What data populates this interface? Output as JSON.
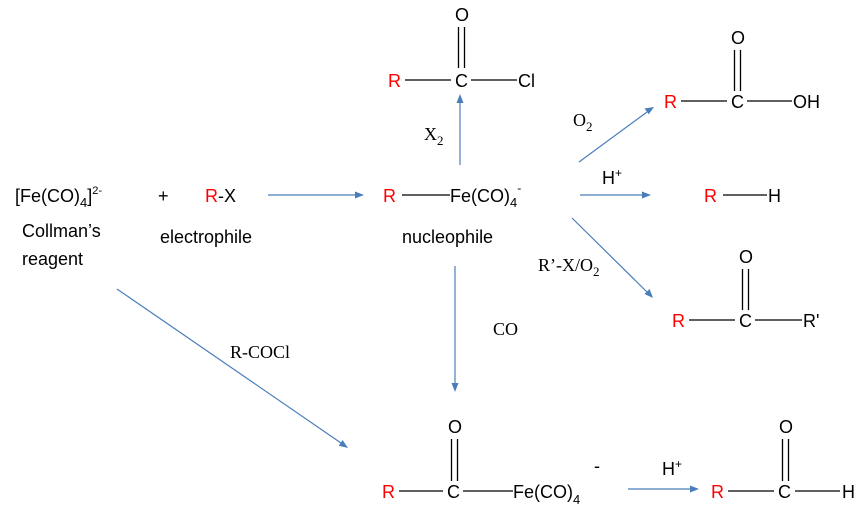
{
  "colors": {
    "r_group": "#ff0000",
    "arrow": "#4a7ebb",
    "text": "#000000"
  },
  "reagent": {
    "formula_main": "[Fe(CO)",
    "formula_sub": "4",
    "formula_close": "]",
    "formula_charge": "2-",
    "name_line1": "Collman’s",
    "name_line2": "reagent"
  },
  "plus_sign": "+",
  "electrophile": {
    "r": "R",
    "rest": "-X",
    "label": "electrophile"
  },
  "nucleophile": {
    "r": "R",
    "metal": "Fe(CO)",
    "sub": "4",
    "charge": "-",
    "label": "nucleophile"
  },
  "acyl_chloride": {
    "r": "R",
    "c": "C",
    "o": "O",
    "x": "Cl"
  },
  "carboxylic_acid": {
    "r": "R",
    "c": "C",
    "o": "O",
    "x": "OH"
  },
  "alkane": {
    "r": "R",
    "x": "H"
  },
  "ketone": {
    "r": "R",
    "c": "C",
    "o": "O",
    "x": "R'"
  },
  "acyl_iron": {
    "r": "R",
    "c": "C",
    "o": "O",
    "metal": "Fe(CO)",
    "sub": "4",
    "charge": "-"
  },
  "aldehyde": {
    "r": "R",
    "c": "C",
    "o": "O",
    "x": "H"
  },
  "conditions": {
    "x2": {
      "main": "X",
      "sub": "2"
    },
    "o2": {
      "main": "O",
      "sub": "2"
    },
    "h_plus_top": {
      "main": "H",
      "sup": "+"
    },
    "r_prime_x_o2": {
      "main": "R’-X/O",
      "sub": "2"
    },
    "co": "CO",
    "r_cocl": "R-COCl",
    "h_plus_bottom": {
      "main": "H",
      "sup": "+"
    }
  }
}
